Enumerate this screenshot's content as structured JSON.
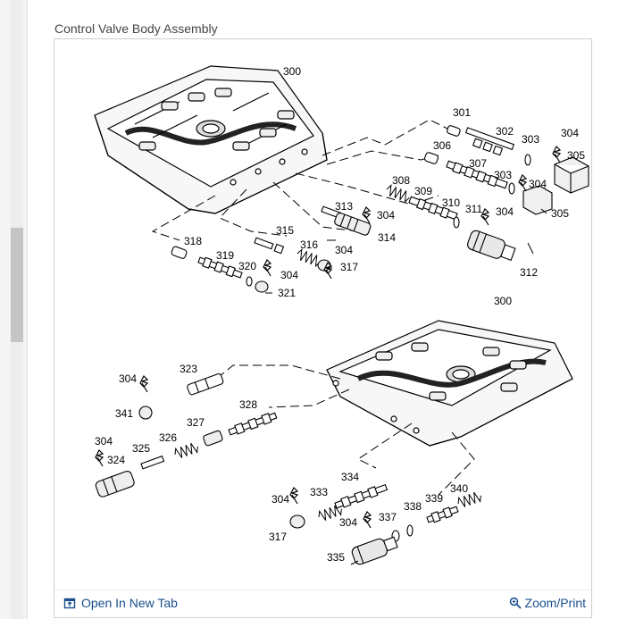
{
  "page": {
    "title": "Control Valve Body Assembly"
  },
  "footer": {
    "open_tab_label": "Open In New Tab",
    "zoom_label": "Zoom/Print",
    "open_tab_icon": "open-in-new-tab-icon",
    "zoom_icon": "magnifier-icon"
  },
  "diagram": {
    "labels": {
      "l300a": "300",
      "l301": "301",
      "l302": "302",
      "l303a": "303",
      "l304a": "304",
      "l305a": "305",
      "l306": "306",
      "l307": "307",
      "l303b": "303",
      "l304b": "304",
      "l305b": "305",
      "l308": "308",
      "l309": "309",
      "l310": "310",
      "l311": "311",
      "l304c": "304",
      "l312": "312",
      "l313": "313",
      "l304d": "304",
      "l314": "314",
      "l315": "315",
      "l316": "316",
      "l304e": "304",
      "l317a": "317",
      "l318": "318",
      "l319": "319",
      "l320": "320",
      "l304f": "304",
      "l321": "321",
      "l300b": "300",
      "l304g": "304",
      "l323": "323",
      "l341": "341",
      "l328": "328",
      "l327": "327",
      "l326": "326",
      "l325": "325",
      "l304h": "304",
      "l324": "324",
      "l334": "334",
      "l304i": "304",
      "l333": "333",
      "l317b": "317",
      "l340": "340",
      "l339": "339",
      "l338": "338",
      "l304j": "304",
      "l337": "337",
      "l335": "335"
    }
  }
}
